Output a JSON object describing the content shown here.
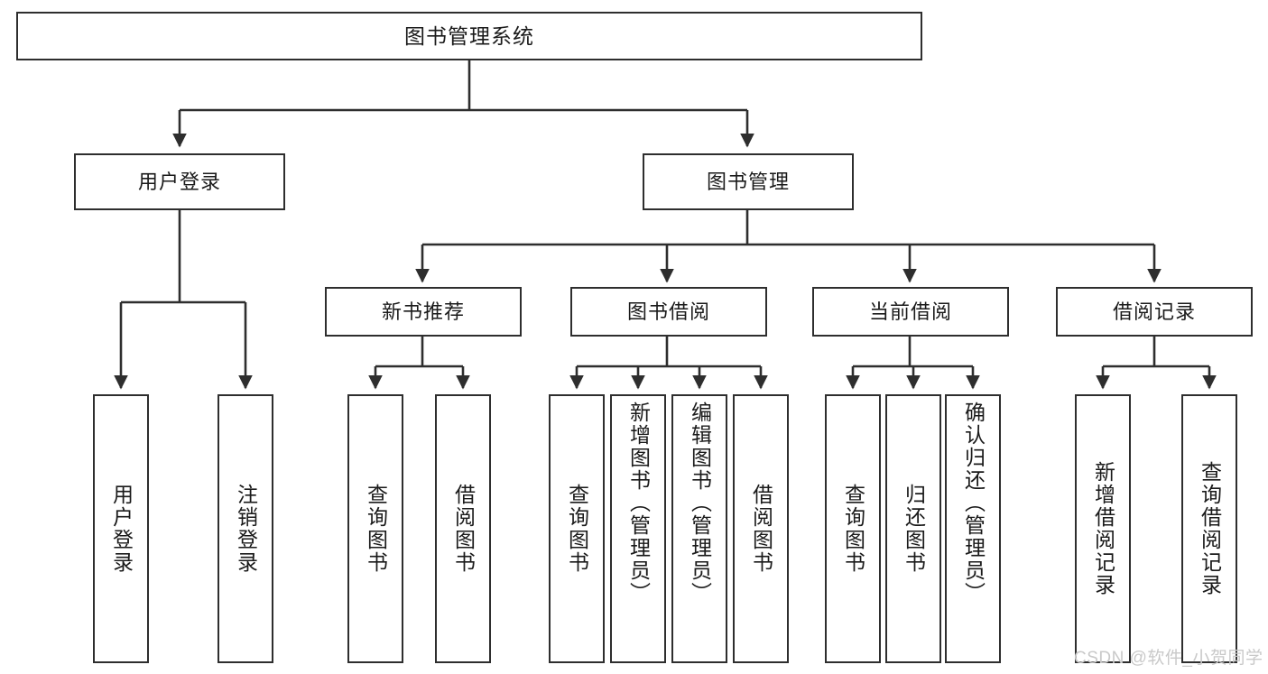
{
  "diagram": {
    "title": "图书管理系统",
    "type": "hierarchy-tree",
    "levels": 4,
    "root": {
      "id": "root",
      "label": "图书管理系统"
    },
    "level2": [
      {
        "id": "user-login",
        "label": "用户登录"
      },
      {
        "id": "book-management",
        "label": "图书管理"
      }
    ],
    "level3": [
      {
        "id": "new-book-recommend",
        "label": "新书推荐"
      },
      {
        "id": "book-borrow",
        "label": "图书借阅"
      },
      {
        "id": "current-borrow",
        "label": "当前借阅"
      },
      {
        "id": "borrow-record",
        "label": "借阅记录"
      }
    ],
    "leaves": {
      "user_login": [
        {
          "id": "leaf-user-login",
          "label": "用户登录"
        },
        {
          "id": "leaf-user-logout",
          "label": "注销登录"
        }
      ],
      "new_book_recommend": [
        {
          "id": "leaf-query-book-1",
          "label": "查询图书"
        },
        {
          "id": "leaf-borrow-book-1",
          "label": "借阅图书"
        }
      ],
      "book_borrow": [
        {
          "id": "leaf-query-book-2",
          "label": "查询图书"
        },
        {
          "id": "leaf-add-book",
          "label": "新增图书（管理员）"
        },
        {
          "id": "leaf-edit-book",
          "label": "编辑图书（管理员）"
        },
        {
          "id": "leaf-borrow-book-2",
          "label": "借阅图书"
        }
      ],
      "current_borrow": [
        {
          "id": "leaf-query-book-3",
          "label": "查询图书"
        },
        {
          "id": "leaf-return-book",
          "label": "归还图书"
        },
        {
          "id": "leaf-confirm-return",
          "label": "确认归还（管理员）"
        }
      ],
      "borrow_record": [
        {
          "id": "leaf-add-record",
          "label": "新增借阅记录"
        },
        {
          "id": "leaf-query-record",
          "label": "查询借阅记录"
        }
      ]
    }
  },
  "watermark": {
    "text": "CSDN @软件_小贺同学"
  },
  "colors": {
    "box_border": "#2e2e2e",
    "box_fill": "#ffffff",
    "edge": "#2e2e2e",
    "text": "#1a1a1a",
    "watermark": "#c9c9c9",
    "background": "#ffffff"
  }
}
